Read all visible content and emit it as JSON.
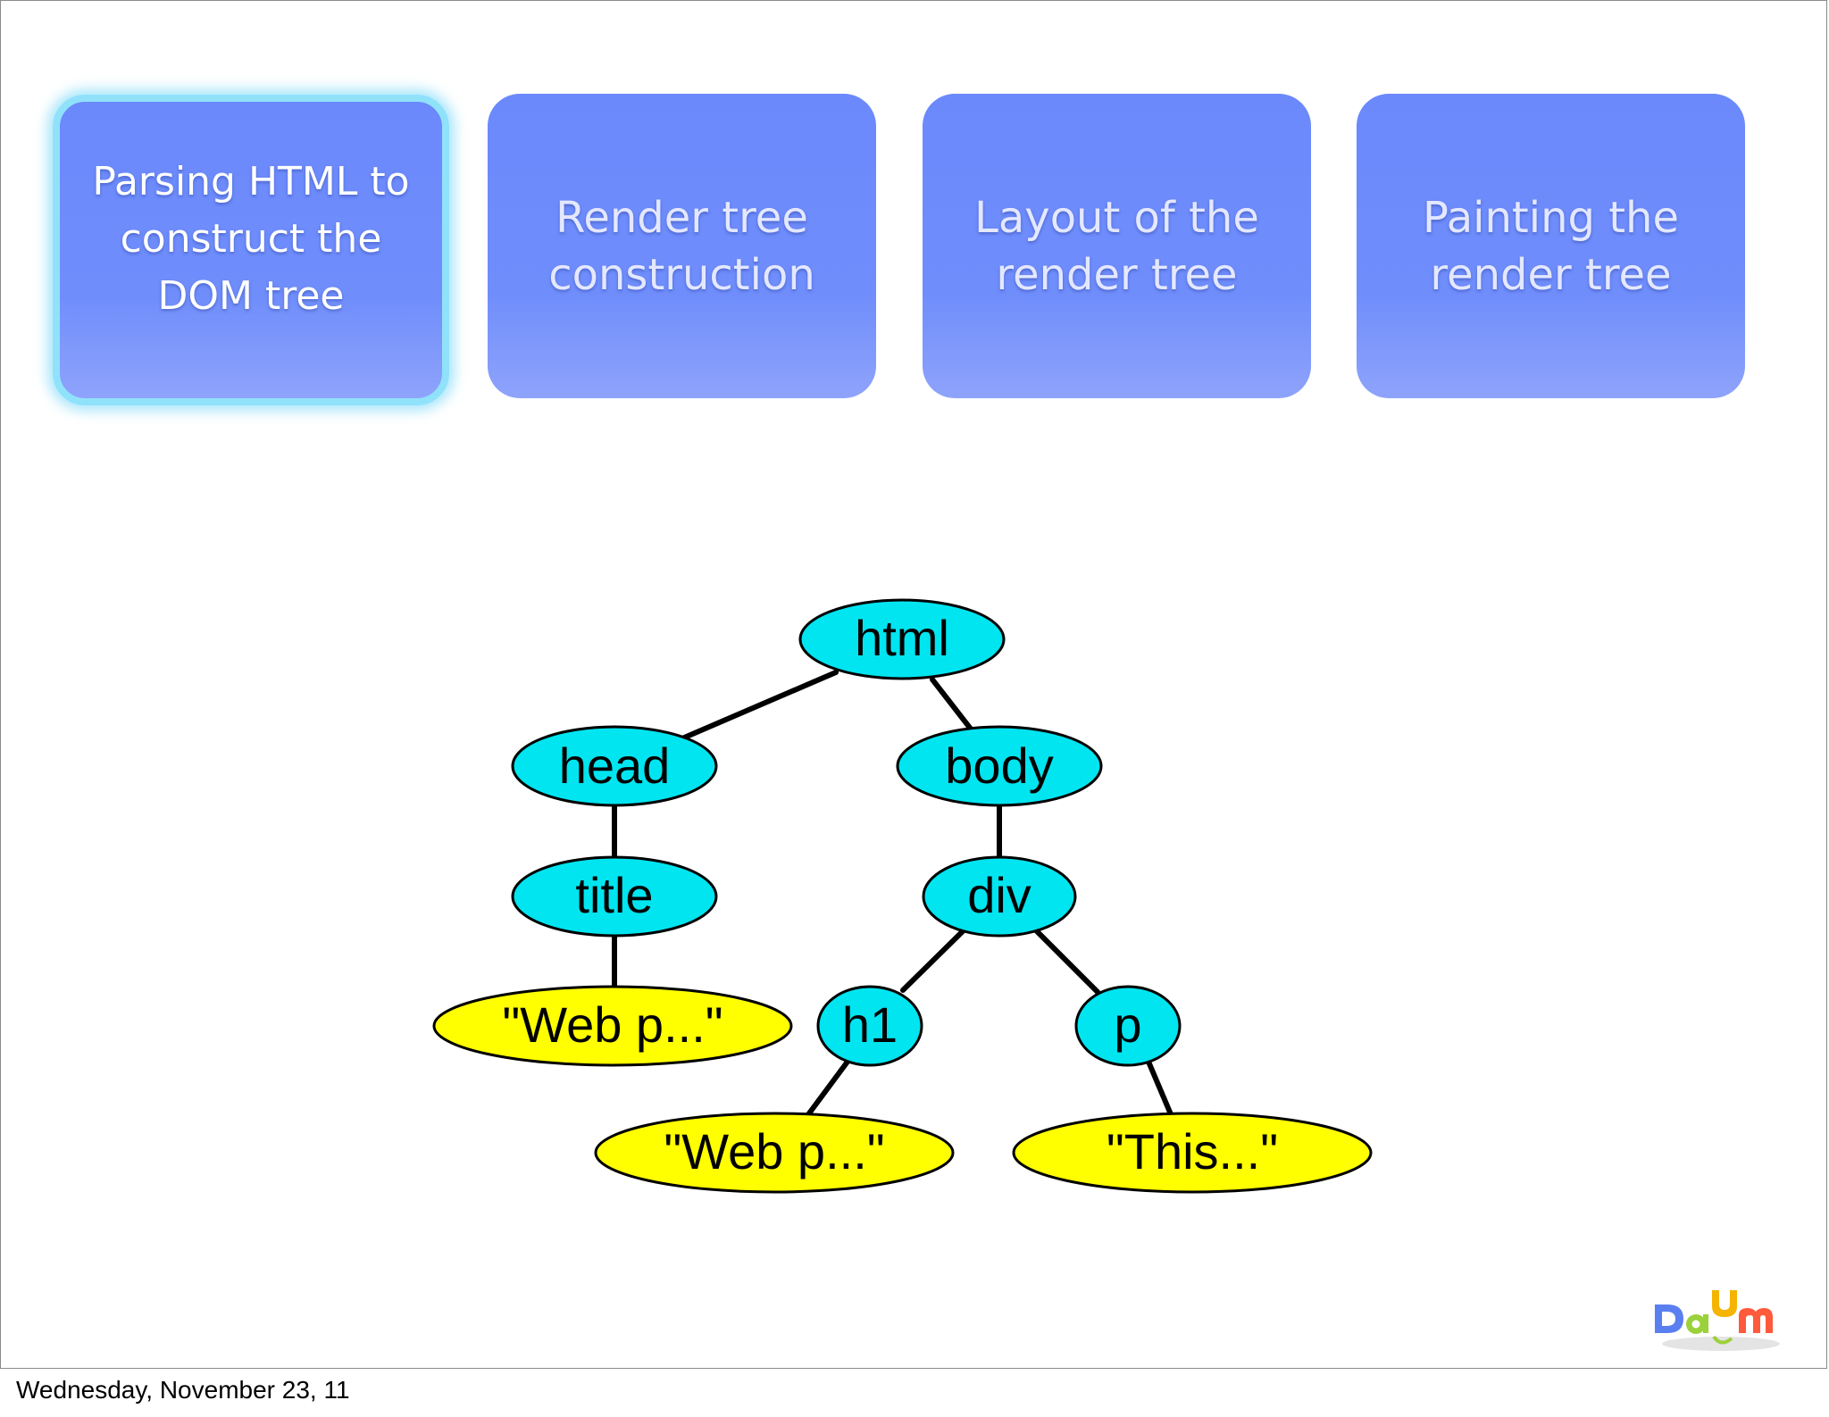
{
  "steps": [
    {
      "label": "Parsing HTML to\nconstruct the\nDOM tree",
      "active": true
    },
    {
      "label": "Render tree\nconstruction",
      "active": false
    },
    {
      "label": "Layout of the\nrender tree",
      "active": false
    },
    {
      "label": "Painting the\nrender tree",
      "active": false
    }
  ],
  "tree": {
    "nodes": {
      "html": "html",
      "head": "head",
      "body": "body",
      "title": "title",
      "div": "div",
      "text_title": "\"Web p...\"",
      "h1": "h1",
      "p": "p",
      "text_h1": "\"Web p...\"",
      "text_p": "\"This...\""
    },
    "colors": {
      "element": "#00e5f0",
      "text": "#ffff00",
      "stroke": "#000000"
    }
  },
  "footer": {
    "date": "Wednesday, November 23, 11"
  },
  "logo": {
    "name": "daum-logo",
    "colors": [
      "#5a7ff0",
      "#f4b400",
      "#ff5a3c",
      "#9bd13a"
    ]
  }
}
